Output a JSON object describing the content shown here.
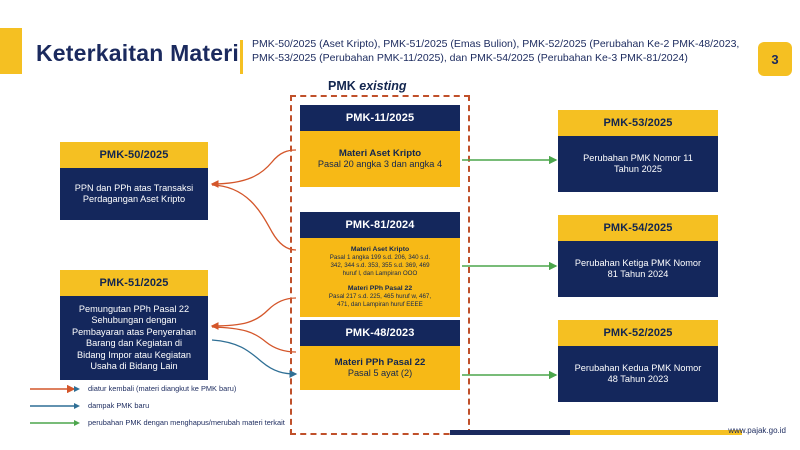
{
  "header": {
    "title": "Keterkaitan Materi",
    "subtitle": "PMK-50/2025 (Aset Kripto), PMK-51/2025 (Emas Bulion), PMK-52/2025 (Perubahan Ke-2 PMK-48/2023, PMK-53/2025 (Perubahan PMK-11/2025), dan PMK-54/2025 (Perubahan Ke-3 PMK-81/2024)",
    "page_number": "3"
  },
  "diagram": {
    "group_label_prefix": "PMK ",
    "group_label_emphasis": "existing",
    "left_column": [
      {
        "id": "pmk50",
        "caption": "PMK-50/2025",
        "line1": "PPN dan PPh atas Transaksi",
        "line2": "Perdagangan Aset Kripto"
      },
      {
        "id": "pmk51",
        "caption": "PMK-51/2025",
        "line1": "Pemungutan PPh Pasal 22",
        "line2": "Sehubungan dengan",
        "line3": "Pembayaran atas Penyerahan",
        "line4": "Barang dan Kegiatan di",
        "line5": "Bidang Impor atau Kegiatan",
        "line6": "Usaha di Bidang Lain"
      }
    ],
    "middle_column": [
      {
        "id": "pmk11",
        "caption": "PMK-11/2025",
        "title1": "Materi Aset Kripto",
        "detail1": "Pasal 20 angka 3 dan angka 4"
      },
      {
        "id": "pmk81",
        "caption": "PMK-81/2024",
        "title1": "Materi Aset Kripto",
        "detail1a": "Pasal 1 angka 199 s.d. 206, 340 s.d.",
        "detail1b": "342, 344 s.d. 353, 355 s.d. 369, 469",
        "detail1c": "huruf l, dan Lampiran OOO",
        "title2": "Materi PPh Pasal 22",
        "detail2a": "Pasal 217 s.d. 225, 465 huruf w, 467,",
        "detail2b": "471, dan Lampiran huruf EEEE"
      },
      {
        "id": "pmk48",
        "caption": "PMK-48/2023",
        "title1": "Materi PPh Pasal 22",
        "detail1": "Pasal 5 ayat (2)"
      }
    ],
    "right_column": [
      {
        "id": "pmk53",
        "caption": "PMK-53/2025",
        "line1": "Perubahan PMK Nomor 11",
        "line2": "Tahun 2025"
      },
      {
        "id": "pmk54",
        "caption": "PMK-54/2025",
        "line1": "Perubahan Ketiga PMK Nomor",
        "line2": "81 Tahun 2024"
      },
      {
        "id": "pmk52",
        "caption": "PMK-52/2025",
        "line1": "Perubahan Kedua PMK Nomor",
        "line2": "48 Tahun 2023"
      }
    ]
  },
  "legend": [
    {
      "color": "#d4562a",
      "label": "diatur kembali (materi diangkut ke PMK baru)"
    },
    {
      "color": "#2f6f95",
      "label": "dampak PMK baru"
    },
    {
      "color": "#4ca64c",
      "label": "perubahan PMK dengan menghapus/merubah materi terkait"
    }
  ],
  "footer": {
    "url": "www.pajak.go.id"
  },
  "colors": {
    "navy": "#14275c",
    "yellow": "#f5c022",
    "orange_dash": "#c0502a",
    "green_arrow": "#4ca64c",
    "blue_arrow": "#2f6f95"
  }
}
